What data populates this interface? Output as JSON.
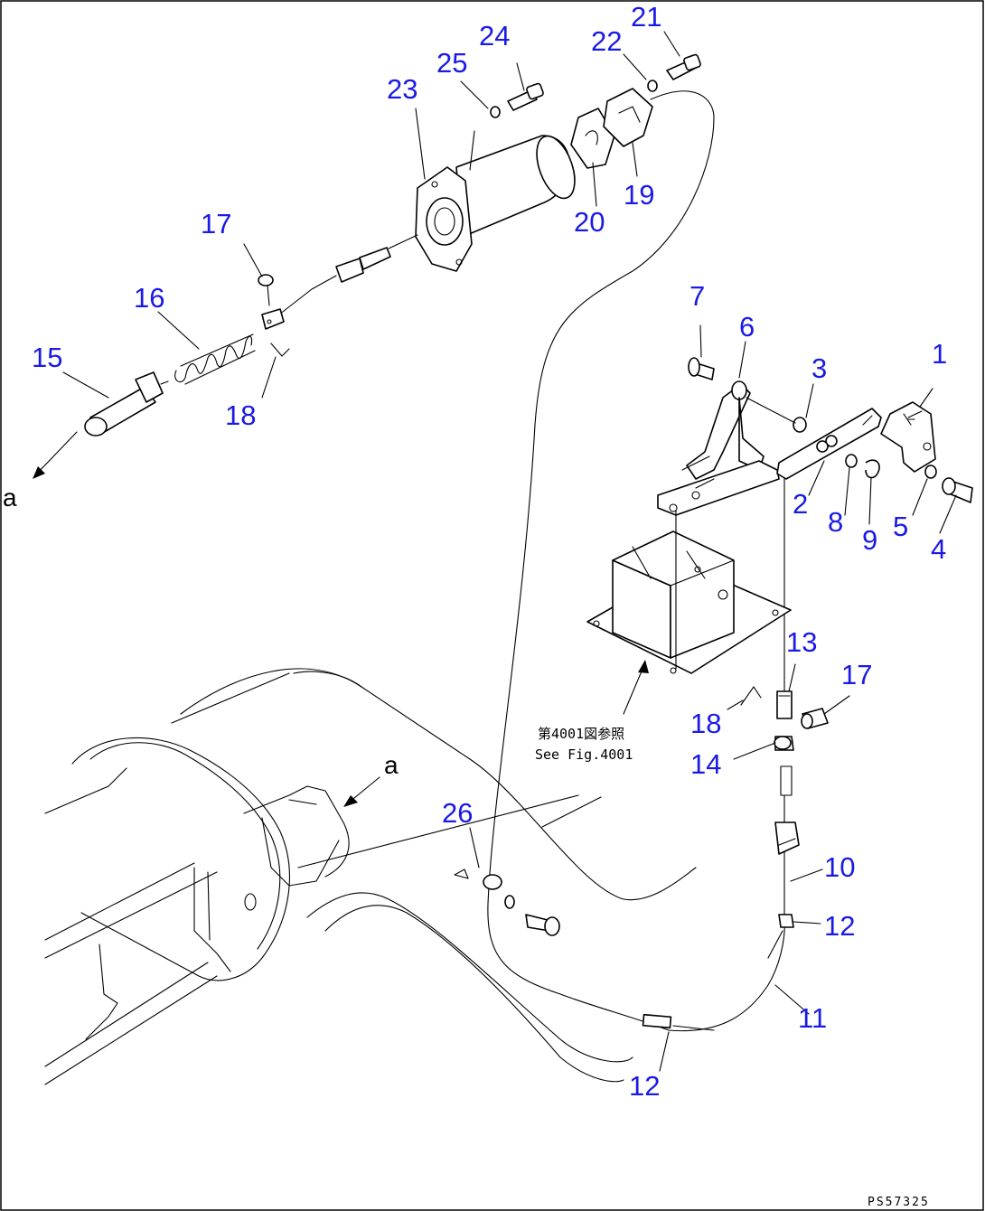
{
  "callouts": {
    "c1": "1",
    "c2": "2",
    "c3": "3",
    "c4": "4",
    "c5": "5",
    "c6": "6",
    "c7": "7",
    "c8": "8",
    "c9": "9",
    "c10": "10",
    "c11": "11",
    "c12": "12",
    "c13": "13",
    "c14": "14",
    "c15": "15",
    "c16": "16",
    "c17": "17",
    "c18": "18",
    "c19": "19",
    "c20": "20",
    "c21": "21",
    "c22": "22",
    "c23": "23",
    "c24": "24",
    "c25": "25",
    "c26": "26"
  },
  "view_marker": "a",
  "reference_note": {
    "japanese": "第4001図参照",
    "english": "See Fig.4001"
  },
  "drawing_code": "PS57325",
  "colors": {
    "callout": "#1a1ae6",
    "line": "#000000",
    "background": "#ffffff"
  }
}
